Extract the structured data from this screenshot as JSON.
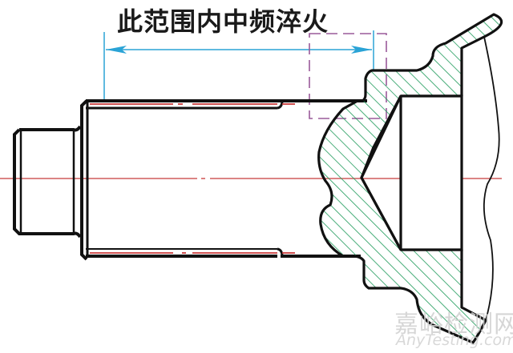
{
  "diagram": {
    "type": "mechanical-section-drawing",
    "annotation": {
      "label": "此范围内中频淬火",
      "dimension_line_color": "#2aa3d6",
      "extent_x": [
        130,
        466
      ]
    },
    "colors": {
      "outline": "#111111",
      "centerline": "#c83a3a",
      "hatch": "#1e9a5a",
      "dashed_box": "#9a5a9a",
      "dimension": "#2aa3d6"
    },
    "parts": [
      {
        "name": "shaft-end-stub",
        "description": "small diameter end with chamfer"
      },
      {
        "name": "shaft-body",
        "description": "main shaft with surface-hardened layer (red lines)"
      },
      {
        "name": "flange-hub",
        "description": "hatched cross-section of hub with conical bore"
      },
      {
        "name": "dashed-detail-box",
        "description": "purple dashed detail region at shoulder"
      }
    ]
  },
  "watermark": {
    "cn": "嘉峪检测网",
    "en": "AnyTesting.com"
  }
}
